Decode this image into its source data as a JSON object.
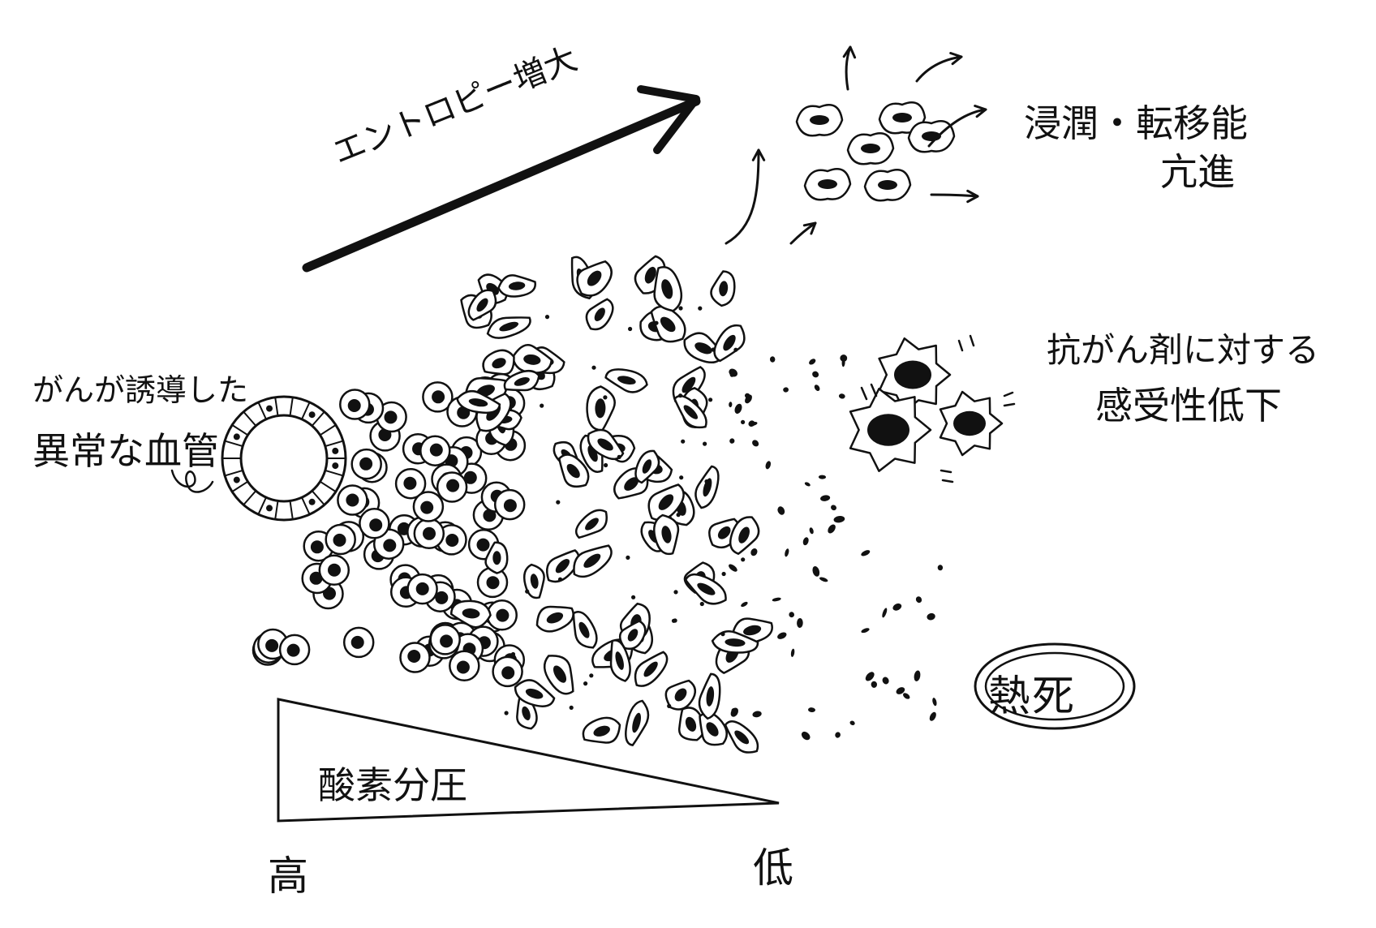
{
  "labels": {
    "entropy": "エントロピー増大",
    "invasion_line1": "浸潤・転移能",
    "invasion_line2": "亢進",
    "vessel_line1": "がんが誘導した",
    "vessel_line2": "異常な血管",
    "drug_line1": "抗がん剤に対する",
    "drug_line2": "感受性低下",
    "heat_death": "熱死",
    "oxygen": "酸素分圧",
    "high": "高",
    "low": "低"
  }
}
